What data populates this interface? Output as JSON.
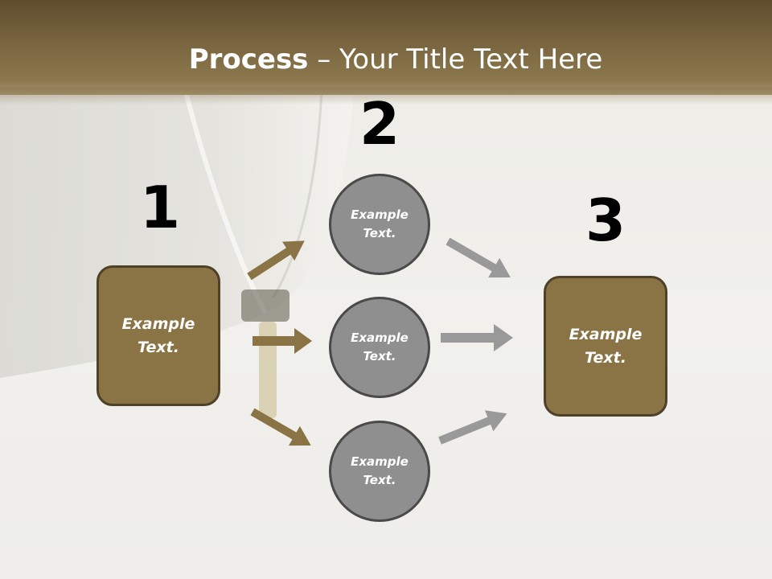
{
  "title": {
    "bold": "Process",
    "rest": " – Your Title Text Here"
  },
  "steps": {
    "one": "1",
    "two": "2",
    "three": "3"
  },
  "nodes": {
    "start": {
      "line1": "Example",
      "line2": "Text."
    },
    "circle_top": {
      "line1": "Example",
      "line2": "Text."
    },
    "circle_mid": {
      "line1": "Example",
      "line2": "Text."
    },
    "circle_bottom": {
      "line1": "Example",
      "line2": "Text."
    },
    "end": {
      "line1": "Example",
      "line2": "Text."
    }
  },
  "colors": {
    "header": "#7e6a42",
    "box_fill": "#8a7445",
    "box_border": "#4e4128",
    "circle_fill": "#8f8f8f",
    "circle_border": "#4a4a4a",
    "arrow_brown": "#8a7445",
    "arrow_gray": "#999999"
  }
}
